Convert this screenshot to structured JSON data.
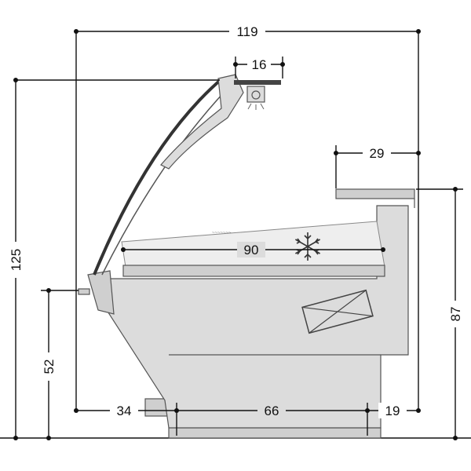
{
  "dimensions": {
    "overall_width": "119",
    "canopy_width": "16",
    "top_shelf_width": "29",
    "overall_height": "125",
    "inner_depth": "90",
    "front_height": "52",
    "counter_height": "87",
    "front_overhang": "34",
    "base_width": "66",
    "rear_overhang": "19"
  },
  "icons": {
    "cold": "snowflake-icon",
    "drawer": "storage-box-icon"
  },
  "colors": {
    "line": "#111111",
    "cabinet": "#dcdcdc",
    "outline": "#555555"
  }
}
